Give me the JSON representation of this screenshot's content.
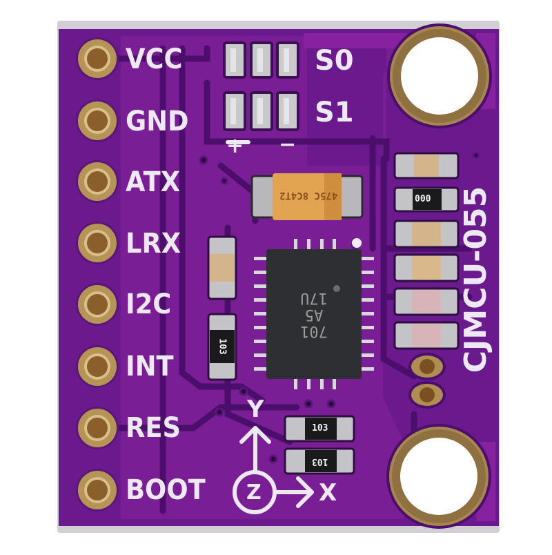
{
  "board": {
    "brand_text": "CJMCU-055",
    "colors": {
      "solder_mask": "#6b1a8e",
      "solder_mask_fill": "#7e1f98",
      "trace_dark": "#4a0f6a",
      "silkscreen": "#ece8f4",
      "gold_pad": "#b8975a",
      "chip_body": "#2e2e32",
      "board_edge": "#d0ccd4"
    }
  },
  "pins": [
    {
      "label": "VCC"
    },
    {
      "label": "GND"
    },
    {
      "label": "ATX"
    },
    {
      "label": "LRX"
    },
    {
      "label": "I2C"
    },
    {
      "label": "INT"
    },
    {
      "label": "RES"
    },
    {
      "label": "BOOT"
    }
  ],
  "jumpers": {
    "s0_label": "S0",
    "s1_label": "S1",
    "plus_label": "+",
    "minus_label": "−"
  },
  "chip": {
    "marking": "701\nA5\n17U"
  },
  "components": {
    "tantalum_marking": "475C 8C4T2",
    "resistor_right": "000",
    "resistor_left": "103",
    "resistor_bottom_1": "103",
    "resistor_bottom_2": "103"
  },
  "axes": {
    "y_label": "Y",
    "z_label": "Z",
    "x_label": "X"
  }
}
